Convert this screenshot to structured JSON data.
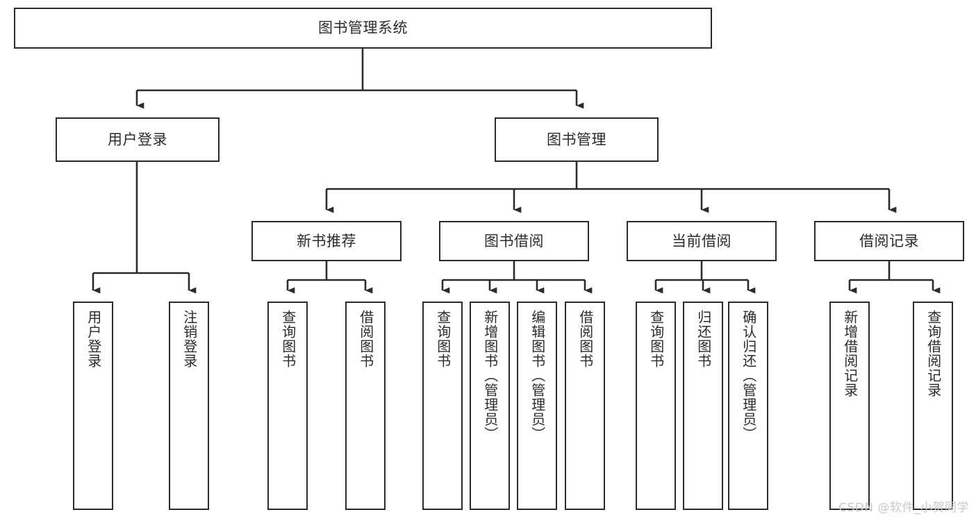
{
  "diagram": {
    "type": "tree-hierarchy-chart",
    "title": "图书管理系统",
    "colors": {
      "box_border": "#2b2b2b",
      "box_fill": "#ffffff",
      "connector": "#2b2b2b",
      "text": "#2b2b2b",
      "watermark": "#c9c9c9",
      "background": "#ffffff"
    },
    "root": {
      "label": "图书管理系统"
    },
    "level2": [
      {
        "label": "用户登录"
      },
      {
        "label": "图书管理"
      }
    ],
    "level3": [
      {
        "label": "新书推荐"
      },
      {
        "label": "图书借阅"
      },
      {
        "label": "当前借阅"
      },
      {
        "label": "借阅记录"
      }
    ],
    "leaves": {
      "user_login": [
        {
          "label": "用户登录"
        },
        {
          "label": "注销登录"
        }
      ],
      "new_book_recommend": [
        {
          "label": "查询图书"
        },
        {
          "label": "借阅图书"
        }
      ],
      "book_borrow": [
        {
          "label": "查询图书"
        },
        {
          "label": "新增图书（管理员）"
        },
        {
          "label": "编辑图书（管理员）"
        },
        {
          "label": "借阅图书"
        }
      ],
      "current_borrow": [
        {
          "label": "查询图书"
        },
        {
          "label": "归还图书"
        },
        {
          "label": "确认归还（管理员）"
        }
      ],
      "borrow_record": [
        {
          "label": "新增借阅记录"
        },
        {
          "label": "查询借阅记录"
        }
      ]
    }
  },
  "watermark": {
    "text": "CSDN @软件_小贺同学"
  }
}
